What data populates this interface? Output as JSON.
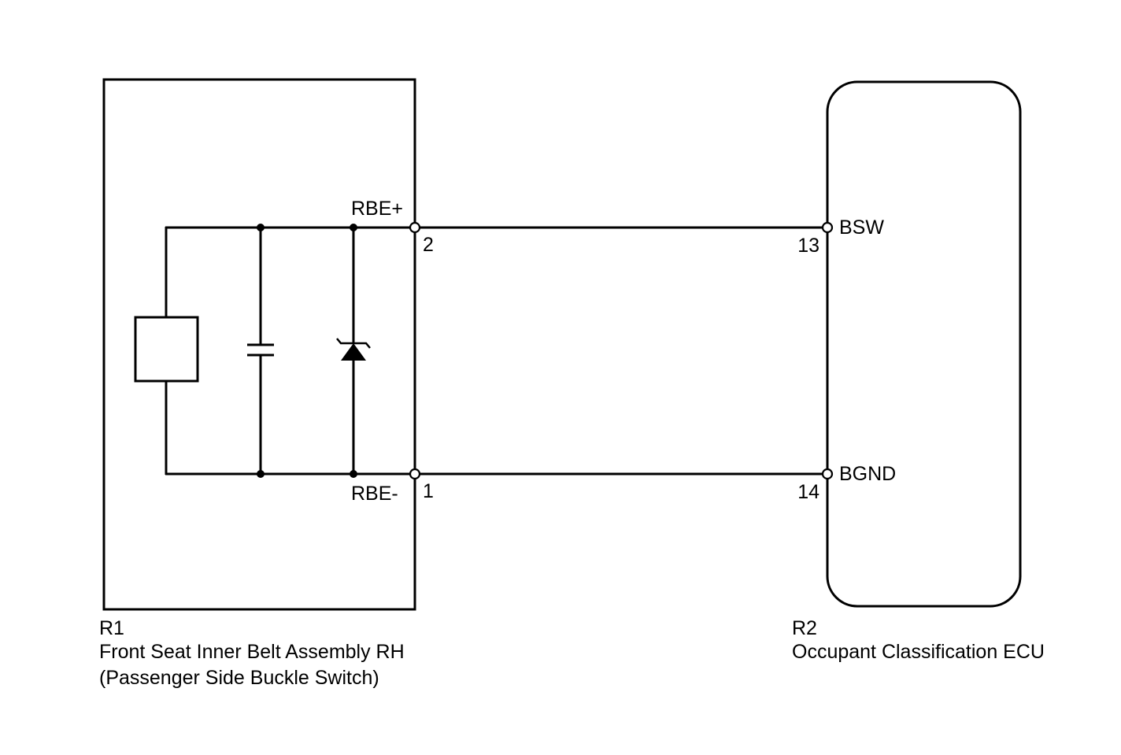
{
  "components": {
    "r1": {
      "code": "R1",
      "name": "Front Seat Inner Belt Assembly RH",
      "subname": "(Passenger Side Buckle Switch)",
      "terminals": {
        "positive": {
          "name": "RBE+",
          "pin": "2"
        },
        "negative": {
          "name": "RBE-",
          "pin": "1"
        }
      }
    },
    "r2": {
      "code": "R2",
      "name": "Occupant Classification ECU",
      "terminals": {
        "bsw": {
          "name": "BSW",
          "pin": "13"
        },
        "bgnd": {
          "name": "BGND",
          "pin": "14"
        }
      }
    }
  },
  "connections": [
    {
      "from": "R1-2",
      "to": "R2-13"
    },
    {
      "from": "R1-1",
      "to": "R2-14"
    }
  ],
  "internal_parts": [
    "resistor",
    "capacitor",
    "zener-diode"
  ],
  "colors": {
    "line": "#000000",
    "background": "#ffffff"
  }
}
